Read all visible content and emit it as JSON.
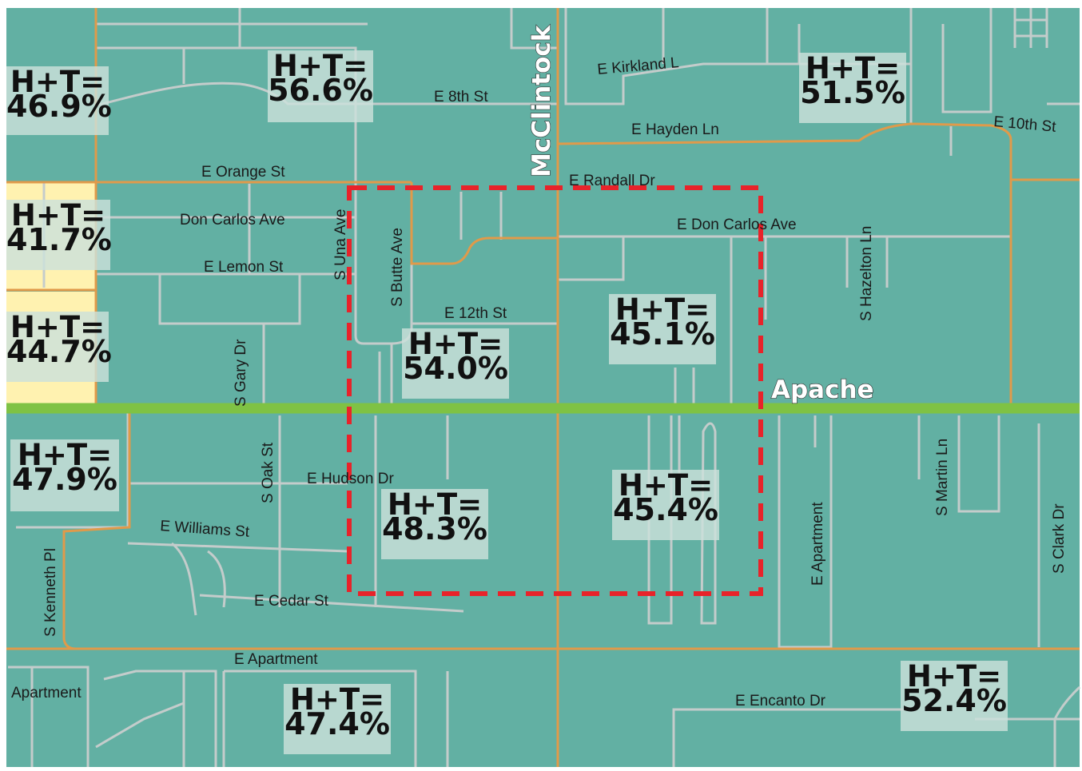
{
  "map": {
    "colors": {
      "background": "#62b0a3",
      "major_road": "#e09a4a",
      "minor_road": "#c4cccb",
      "corridor_road": "#7fc244",
      "highlight_area": "#fff2b0",
      "study_boundary": "#e8232a"
    },
    "corridors": {
      "north_south": "McClintock",
      "east_west": "Apache"
    },
    "street_labels": {
      "kirkland": "E Kirkland L",
      "eighth": "E 8th St",
      "tenth": "E 10th St",
      "hayden": "E Hayden Ln",
      "orange": "E Orange St",
      "randall": "E Randall Dr",
      "don_carlos_w": "Don Carlos Ave",
      "don_carlos_e": "E Don Carlos Ave",
      "una": "S Una Ave",
      "butte": "S Butte Ave",
      "hazelton": "S Hazelton Ln",
      "lemon": "E Lemon St",
      "twelfth": "E 12th St",
      "gary": "S Gary Dr",
      "oak": "S Oak St",
      "hudson": "E Hudson Dr",
      "williams": "E Williams St",
      "cedar": "E Cedar St",
      "kenneth": "S Kenneth Pl",
      "martin": "S Martin Ln",
      "clark": "S Clark Dr",
      "apartment_v": "E Apartment",
      "apartment_h": "E Apartment",
      "apartment_w": "Apartment",
      "encanto": "E Encanto Dr"
    },
    "badges": [
      {
        "line1": "H+T=",
        "value": "46.9%"
      },
      {
        "line1": "H+T=",
        "value": "56.6%"
      },
      {
        "line1": "H+T=",
        "value": "51.5%"
      },
      {
        "line1": "H+T=",
        "value": "41.7%"
      },
      {
        "line1": "H+T=",
        "value": "44.7%"
      },
      {
        "line1": "H+T=",
        "value": "45.1%"
      },
      {
        "line1": "H+T=",
        "value": "54.0%"
      },
      {
        "line1": "H+T=",
        "value": "47.9%"
      },
      {
        "line1": "H+T=",
        "value": "45.4%"
      },
      {
        "line1": "H+T=",
        "value": "48.3%"
      },
      {
        "line1": "H+T=",
        "value": "47.4%"
      },
      {
        "line1": "H+T=",
        "value": "52.4%"
      }
    ]
  }
}
